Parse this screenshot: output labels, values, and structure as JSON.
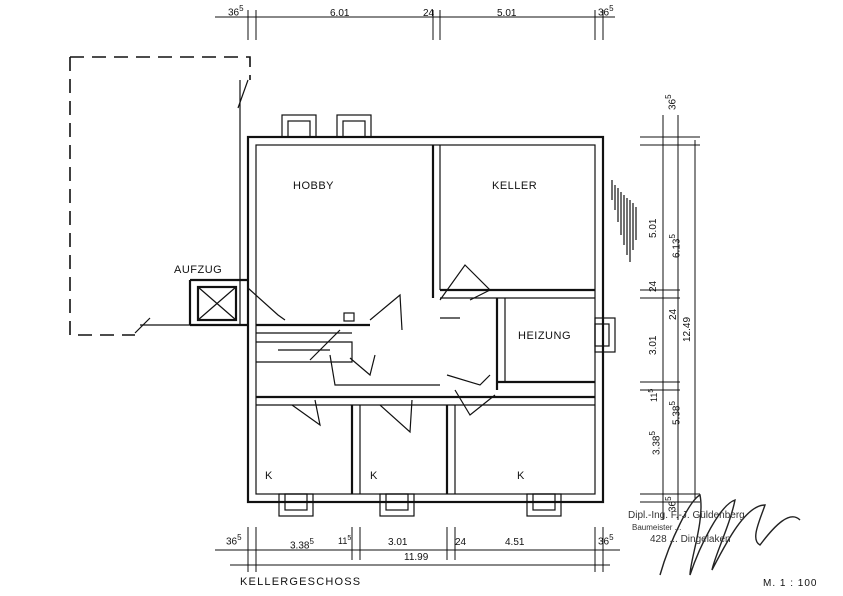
{
  "drawing": {
    "title": "KELLERGESCHOSS",
    "scale": "M. 1 : 100"
  },
  "rooms": {
    "hobby": "HOBBY",
    "keller": "KELLER",
    "heizung": "HEIZUNG",
    "aufzug": "AUFZUG",
    "k1": "K",
    "k2": "K",
    "k3": "K"
  },
  "dims_top": {
    "left_end": "36",
    "left_end_sup": "5",
    "a": "6.01",
    "mid": "24",
    "b": "5.01",
    "right_end": "36",
    "right_end_sup": "5"
  },
  "dims_bottom": {
    "left_end": "36",
    "left_end_sup": "5",
    "a": "3.38",
    "a_sup": "5",
    "b_small": "11",
    "b_small_sup": "5",
    "c": "3.01",
    "d_small": "24",
    "e": "4.51",
    "right_end": "36",
    "right_end_sup": "5",
    "total": "11.99"
  },
  "dims_right": {
    "top_end": "36",
    "top_end_sup": "5",
    "a": "5.01",
    "a_total": "6.13",
    "a_total_sup": "5",
    "small_24a": "24",
    "small_24b": "24",
    "b": "3.01",
    "small_11": "11",
    "small_11_sup": "5",
    "b_total": "5.38",
    "b_total_sup": "5",
    "c": "3.38",
    "c_sup": "5",
    "bottom_end": "36",
    "bottom_end_sup": "5",
    "overall": "12.49"
  },
  "stamp": {
    "line1": "Dipl.-Ing. F.-J. Güldenberg",
    "line2": "Baumeister ... ",
    "line3": "428 ... Dingelaken"
  }
}
